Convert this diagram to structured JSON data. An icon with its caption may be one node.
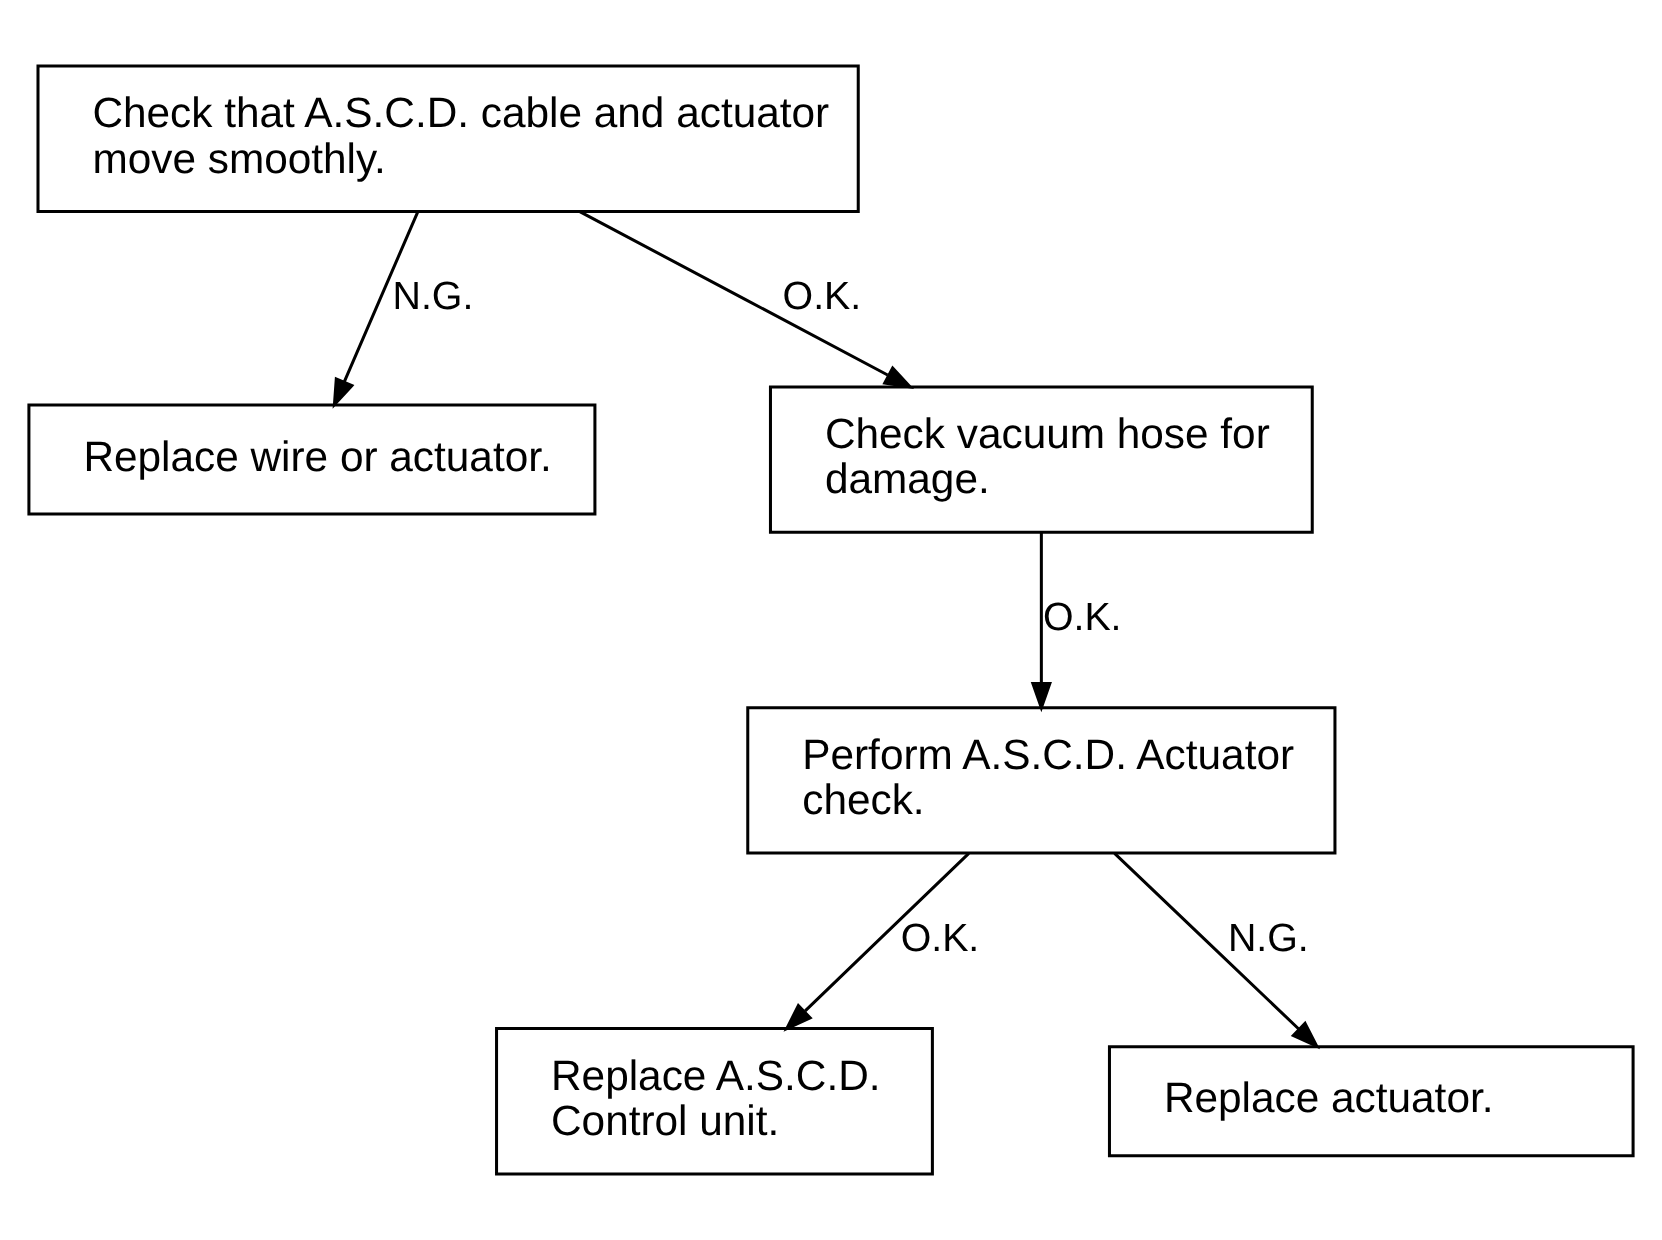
{
  "diagram": {
    "nodes": [
      {
        "text": [
          "Check that A.S.C.D. cable and actuator move smoothly."
        ]
      },
      {
        "text": [
          "Replace wire or actuator."
        ]
      },
      {
        "text": [
          "Check vacuum hose for damage."
        ]
      },
      {
        "text": [
          "Perform A.S.C.D. Actuator check."
        ]
      },
      {
        "text": [
          "Replace A.S.C.D. Control unit."
        ]
      },
      {
        "text": [
          "Replace actuator."
        ]
      }
    ],
    "edges": [
      {
        "from": 0,
        "to": 2,
        "arrow": "to",
        "label": "O.K."
      },
      {
        "from": 0,
        "to": 1,
        "arrow": "to",
        "label": "N.G."
      },
      {
        "from": 2,
        "to": 3,
        "arrow": "to",
        "label": "O.K."
      },
      {
        "from": 3,
        "to": 4,
        "arrow": "to",
        "label": "O.K."
      },
      {
        "from": 3,
        "to": 5,
        "arrow": "to",
        "label": "N.G."
      }
    ]
  }
}
